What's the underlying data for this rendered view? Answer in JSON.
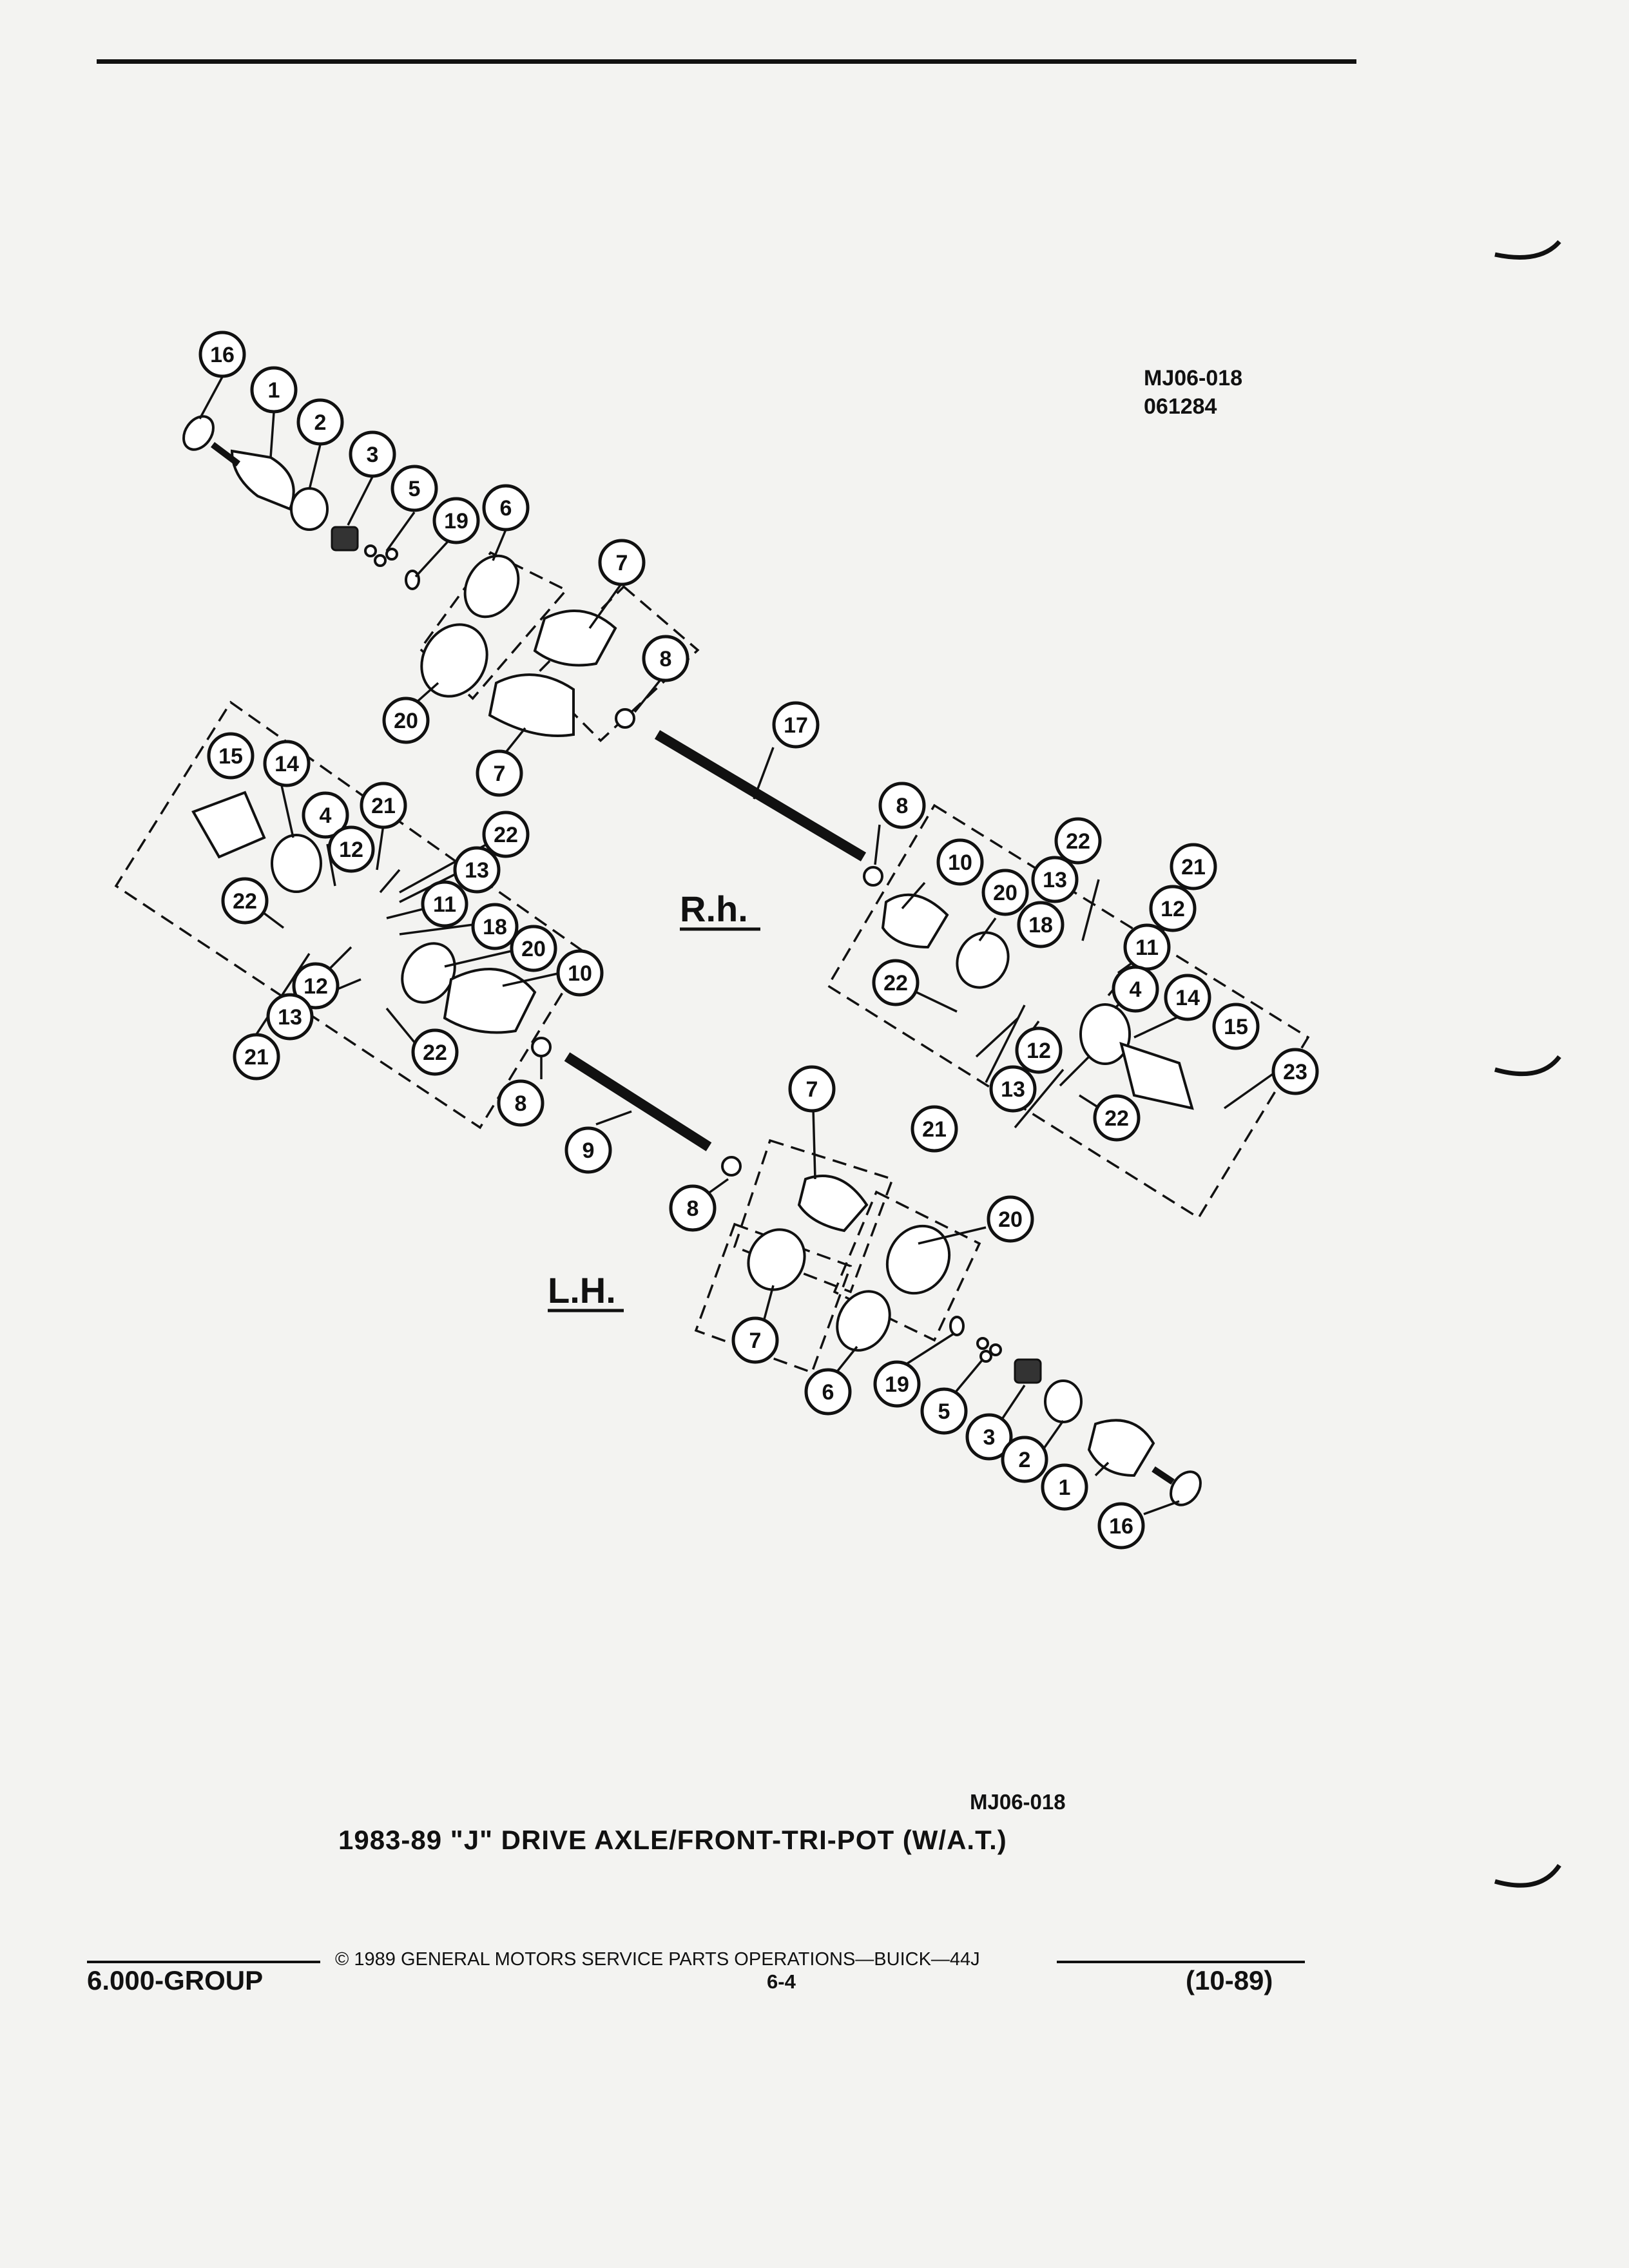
{
  "header": {
    "ref_code": "MJ06-018",
    "ref_date": "061284"
  },
  "diagram": {
    "side_labels": {
      "rh": "R.h.",
      "lh": "L.H."
    },
    "callouts": {
      "a1": "16",
      "a2": "1",
      "a3": "2",
      "a4": "3",
      "a5": "5",
      "a6": "19",
      "a7": "6",
      "a8": "7",
      "a9": "20",
      "a10": "7",
      "a11": "8",
      "a12": "17",
      "b1": "15",
      "b2": "14",
      "b3": "4",
      "b4": "21",
      "b5": "12",
      "b6": "22",
      "b7": "13",
      "b8": "11",
      "b9": "18",
      "b10": "20",
      "b11": "10",
      "b12": "22",
      "b13": "12",
      "b14": "13",
      "b15": "21",
      "b16": "22",
      "b17": "8",
      "b18": "9",
      "b19": "8",
      "c1": "8",
      "c2": "10",
      "c3": "20",
      "c4": "18",
      "c5": "13",
      "c6": "22",
      "c7": "21",
      "c8": "12",
      "c9": "11",
      "c10": "22",
      "c11": "4",
      "c12": "14",
      "c13": "15",
      "c14": "12",
      "c15": "13",
      "c16": "21",
      "c17": "22",
      "c18": "23",
      "d1": "7",
      "d2": "20",
      "d3": "7",
      "d4": "6",
      "d5": "19",
      "d6": "5",
      "d7": "3",
      "d8": "2",
      "d9": "1",
      "d10": "16"
    }
  },
  "footer": {
    "ref_code": "MJ06-018",
    "caption": "1983-89 \"J\" DRIVE AXLE/FRONT-TRI-POT (W/A.T.)",
    "copyright": "© 1989 GENERAL MOTORS SERVICE PARTS OPERATIONS—BUICK—44J",
    "group": "6.000-GROUP",
    "page": "6-4",
    "revision": "(10-89)"
  }
}
